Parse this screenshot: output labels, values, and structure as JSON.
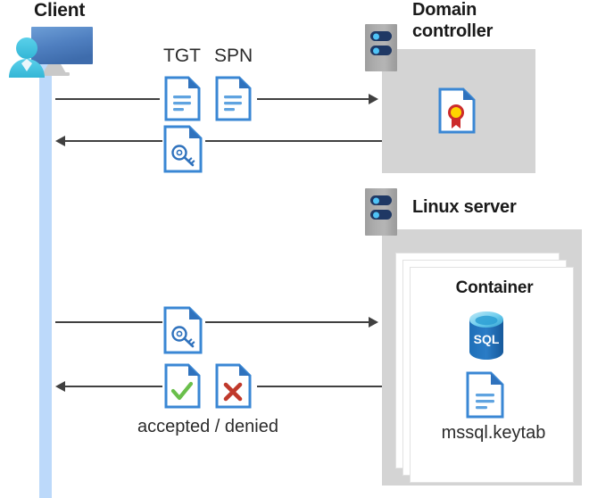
{
  "diagram": {
    "title_client": "Client",
    "title_domain_controller": "Domain\ncontroller",
    "domain_controller_line1": "Domain",
    "domain_controller_line2": "controller",
    "title_linux_server": "Linux server",
    "title_container": "Container",
    "label_tgt": "TGT",
    "label_spn": "SPN",
    "label_keytab_file": "mssql.keytab",
    "label_accepted_denied": "accepted / denied"
  },
  "icons": {
    "client": "user-with-monitor-icon",
    "server_dc": "server-rack-icon",
    "server_linux": "server-rack-icon",
    "certificate": "certificate-document-icon",
    "tgt_ticket": "text-document-icon",
    "spn_ticket": "text-document-icon",
    "service_ticket": "key-document-icon",
    "request_ticket": "key-document-icon",
    "accepted": "check-document-icon",
    "denied": "cross-document-icon",
    "sql": "sql-database-icon",
    "keytab": "text-document-icon"
  },
  "colors": {
    "accent_blue": "#3a87d4",
    "doc_fold_blue": "#2f72bd",
    "lifeline_blue": "#bcd9fa",
    "panel_gray": "#d4d4d4",
    "server_gray": "#a8a8a8",
    "line_gray": "#404040",
    "check_green": "#6abf4b",
    "cross_red": "#c0392b",
    "cert_gold": "#ffd400",
    "cert_red": "#cc2b2b",
    "sql_blue": "#1d6fbb",
    "sql_cyan": "#5fc8ef",
    "monitor_blue": "#4a7ebb",
    "person_cyan": "#4ec3e0",
    "text_dark": "#1a1a1a"
  },
  "flows": [
    {
      "id": "flow-1",
      "direction": "right",
      "from": "client",
      "to": "domain-controller",
      "payload": [
        "TGT",
        "SPN"
      ]
    },
    {
      "id": "flow-2",
      "direction": "left",
      "from": "domain-controller",
      "to": "client",
      "payload": [
        "service-ticket"
      ]
    },
    {
      "id": "flow-3",
      "direction": "right",
      "from": "client",
      "to": "linux-server",
      "payload": [
        "service-ticket"
      ]
    },
    {
      "id": "flow-4",
      "direction": "left",
      "from": "linux-server",
      "to": "client",
      "payload": [
        "accepted",
        "denied"
      ],
      "caption": "accepted / denied"
    }
  ]
}
